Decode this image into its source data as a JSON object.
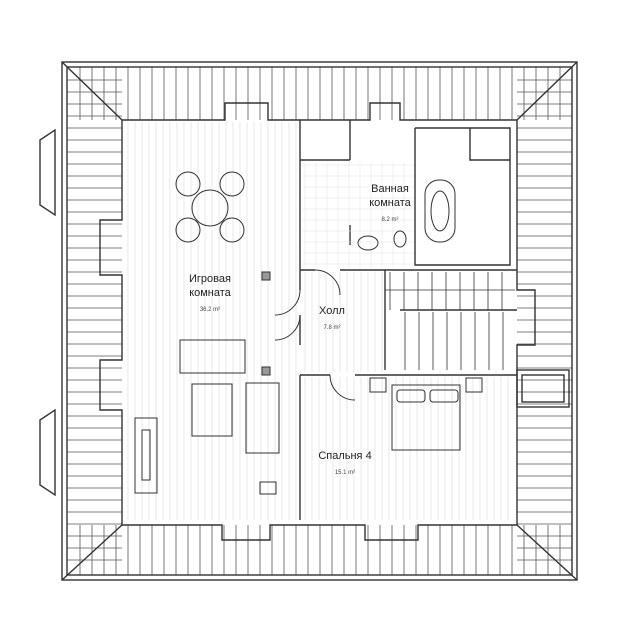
{
  "rooms": {
    "game": {
      "name_line1": "Игровая",
      "name_line2": "комната",
      "area": "36.2 m²"
    },
    "bath": {
      "name_line1": "Ванная",
      "name_line2": "комната",
      "area": "8.2 m²"
    },
    "hall": {
      "name": "Холл",
      "area": "7.8 m²"
    },
    "bedroom": {
      "name": "Спальня 4",
      "area": "15.1 m²"
    }
  }
}
